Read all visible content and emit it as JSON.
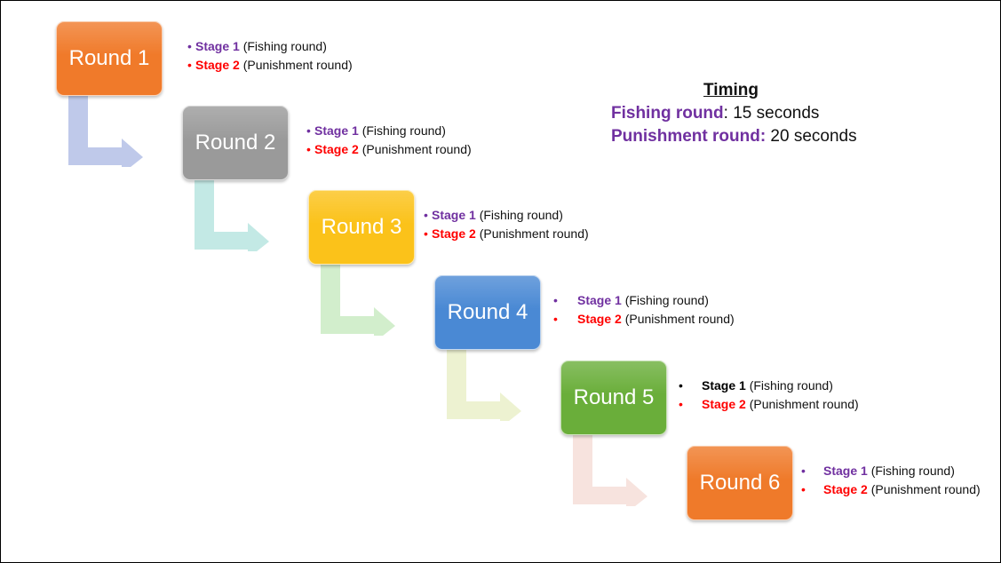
{
  "rounds": [
    {
      "label": "Round 1",
      "color": "#f07a2a",
      "arrow_color": "#b8c3e8",
      "stage1": {
        "bullet": "•",
        "label": "Stage 1",
        "desc": "(Fishing round)",
        "color": "#7030a0"
      },
      "stage2": {
        "bullet": "•",
        "label": "Stage 2",
        "desc": "(Punishment round)",
        "color": "#ff0000"
      }
    },
    {
      "label": "Round 2",
      "color": "#9a9a9a",
      "arrow_color": "#bde7e2",
      "stage1": {
        "bullet": "•",
        "label": "Stage 1",
        "desc": "(Fishing round)",
        "color": "#7030a0"
      },
      "stage2": {
        "bullet": "•",
        "label": "Stage 2",
        "desc": "(Punishment round)",
        "color": "#ff0000"
      }
    },
    {
      "label": "Round 3",
      "color": "#fbc21a",
      "arrow_color": "#cdecc6",
      "stage1": {
        "bullet": "•",
        "label": "Stage 1",
        "desc": "(Fishing round)",
        "color": "#7030a0"
      },
      "stage2": {
        "bullet": "•",
        "label": "Stage 2",
        "desc": "(Punishment round)",
        "color": "#ff0000"
      }
    },
    {
      "label": "Round 4",
      "color": "#4a89d4",
      "arrow_color": "#ebf1cc",
      "stage1": {
        "bullet": "•",
        "label": "Stage 1",
        "desc": "(Fishing round)",
        "color": "#7030a0"
      },
      "stage2": {
        "bullet": "•",
        "label": "Stage 2",
        "desc": "(Punishment round)",
        "color": "#ff0000"
      }
    },
    {
      "label": "Round 5",
      "color": "#6aae3a",
      "arrow_color": "#f6e0da",
      "stage1": {
        "bullet": "•",
        "label": "Stage 1",
        "desc": "(Fishing round)",
        "color": "#000000"
      },
      "stage2": {
        "bullet": "•",
        "label": "Stage 2",
        "desc": "(Punishment round)",
        "color": "#ff0000"
      }
    },
    {
      "label": "Round 6",
      "color": "#ef7a2a",
      "arrow_color": null,
      "stage1": {
        "bullet": "•",
        "label": "Stage 1",
        "desc": "(Fishing round)",
        "color": "#7030a0"
      },
      "stage2": {
        "bullet": "•",
        "label": "Stage 2",
        "desc": "(Punishment round)",
        "color": "#ff0000"
      }
    }
  ],
  "timing": {
    "title": "Timing",
    "fishing_label": "Fishing round",
    "fishing_value": ": 15 seconds",
    "punishment_label": "Punishment round:",
    "punishment_value": " 20 seconds"
  }
}
